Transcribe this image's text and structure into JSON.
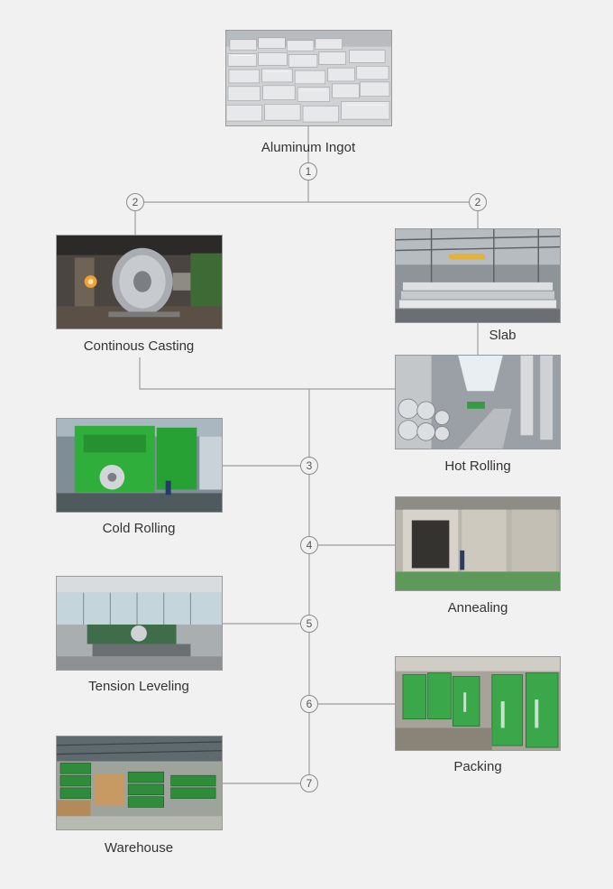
{
  "steps": [
    {
      "id": "ingot",
      "label": "Aluminum Ingot"
    },
    {
      "id": "casting",
      "label": "Continous Casting"
    },
    {
      "id": "slab",
      "label": "Slab"
    },
    {
      "id": "hot_rolling",
      "label": "Hot Rolling"
    },
    {
      "id": "cold_rolling",
      "label": "Cold Rolling"
    },
    {
      "id": "annealing",
      "label": "Annealing"
    },
    {
      "id": "tension_leveling",
      "label": "Tension Leveling"
    },
    {
      "id": "packing",
      "label": "Packing"
    },
    {
      "id": "warehouse",
      "label": "Warehouse"
    }
  ],
  "markers": [
    "1",
    "2",
    "2",
    "3",
    "4",
    "5",
    "6",
    "7"
  ],
  "colors": {
    "background": "#f1f1f1",
    "connector": "#9a9a9a",
    "text": "#333333",
    "packing_green": "#3aa84a"
  }
}
